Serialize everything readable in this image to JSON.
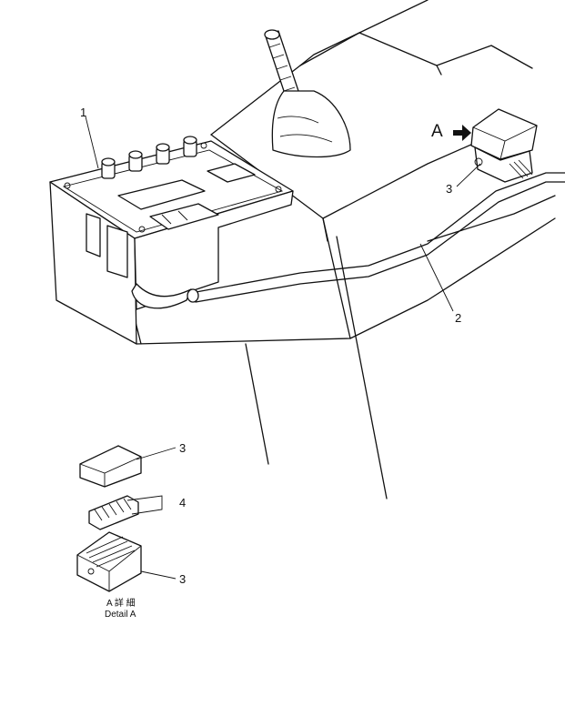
{
  "callouts": {
    "c1": "1",
    "c2": "2",
    "c3_top": "3",
    "c3_detail_cover": "3",
    "c4": "4",
    "c3_detail_base": "3"
  },
  "view_marker": "A",
  "detail_caption": {
    "japanese": "A 詳 細",
    "english": "Detail A"
  }
}
